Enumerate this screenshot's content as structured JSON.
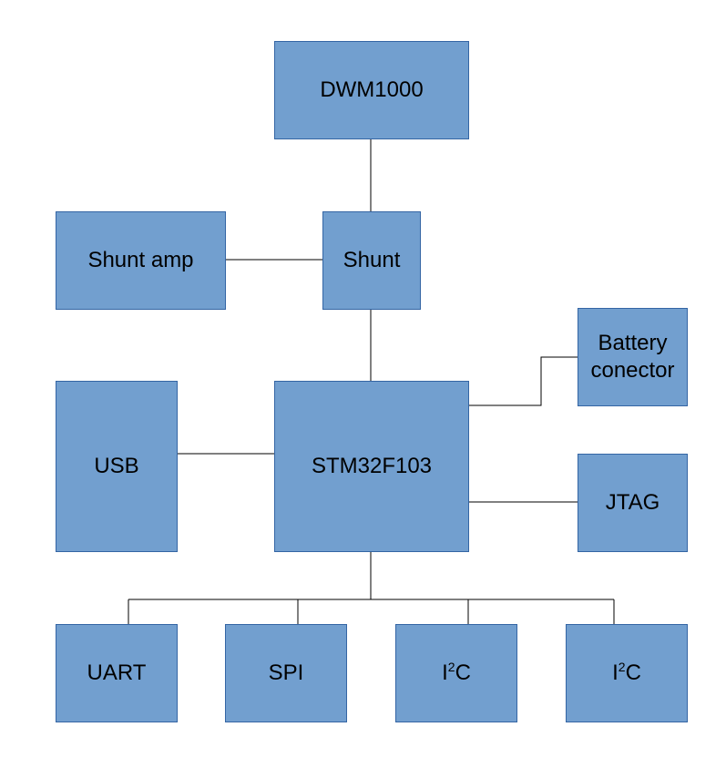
{
  "diagram": {
    "colors": {
      "block_fill": "#729fcf",
      "block_border": "#3465a4",
      "line": "#000000",
      "text": "#000000"
    },
    "blocks": {
      "dwm1000": "DWM1000",
      "shunt_amp": "Shunt amp",
      "shunt": "Shunt",
      "battery_line1": "Battery",
      "battery_line2": "conector",
      "mcu": "STM32F103",
      "usb": "USB",
      "jtag": "JTAG",
      "uart": "UART",
      "spi": "SPI",
      "i2c_1": {
        "base": "I",
        "sup": "2",
        "tail": "C"
      },
      "i2c_2": {
        "base": "I",
        "sup": "2",
        "tail": "C"
      }
    }
  }
}
